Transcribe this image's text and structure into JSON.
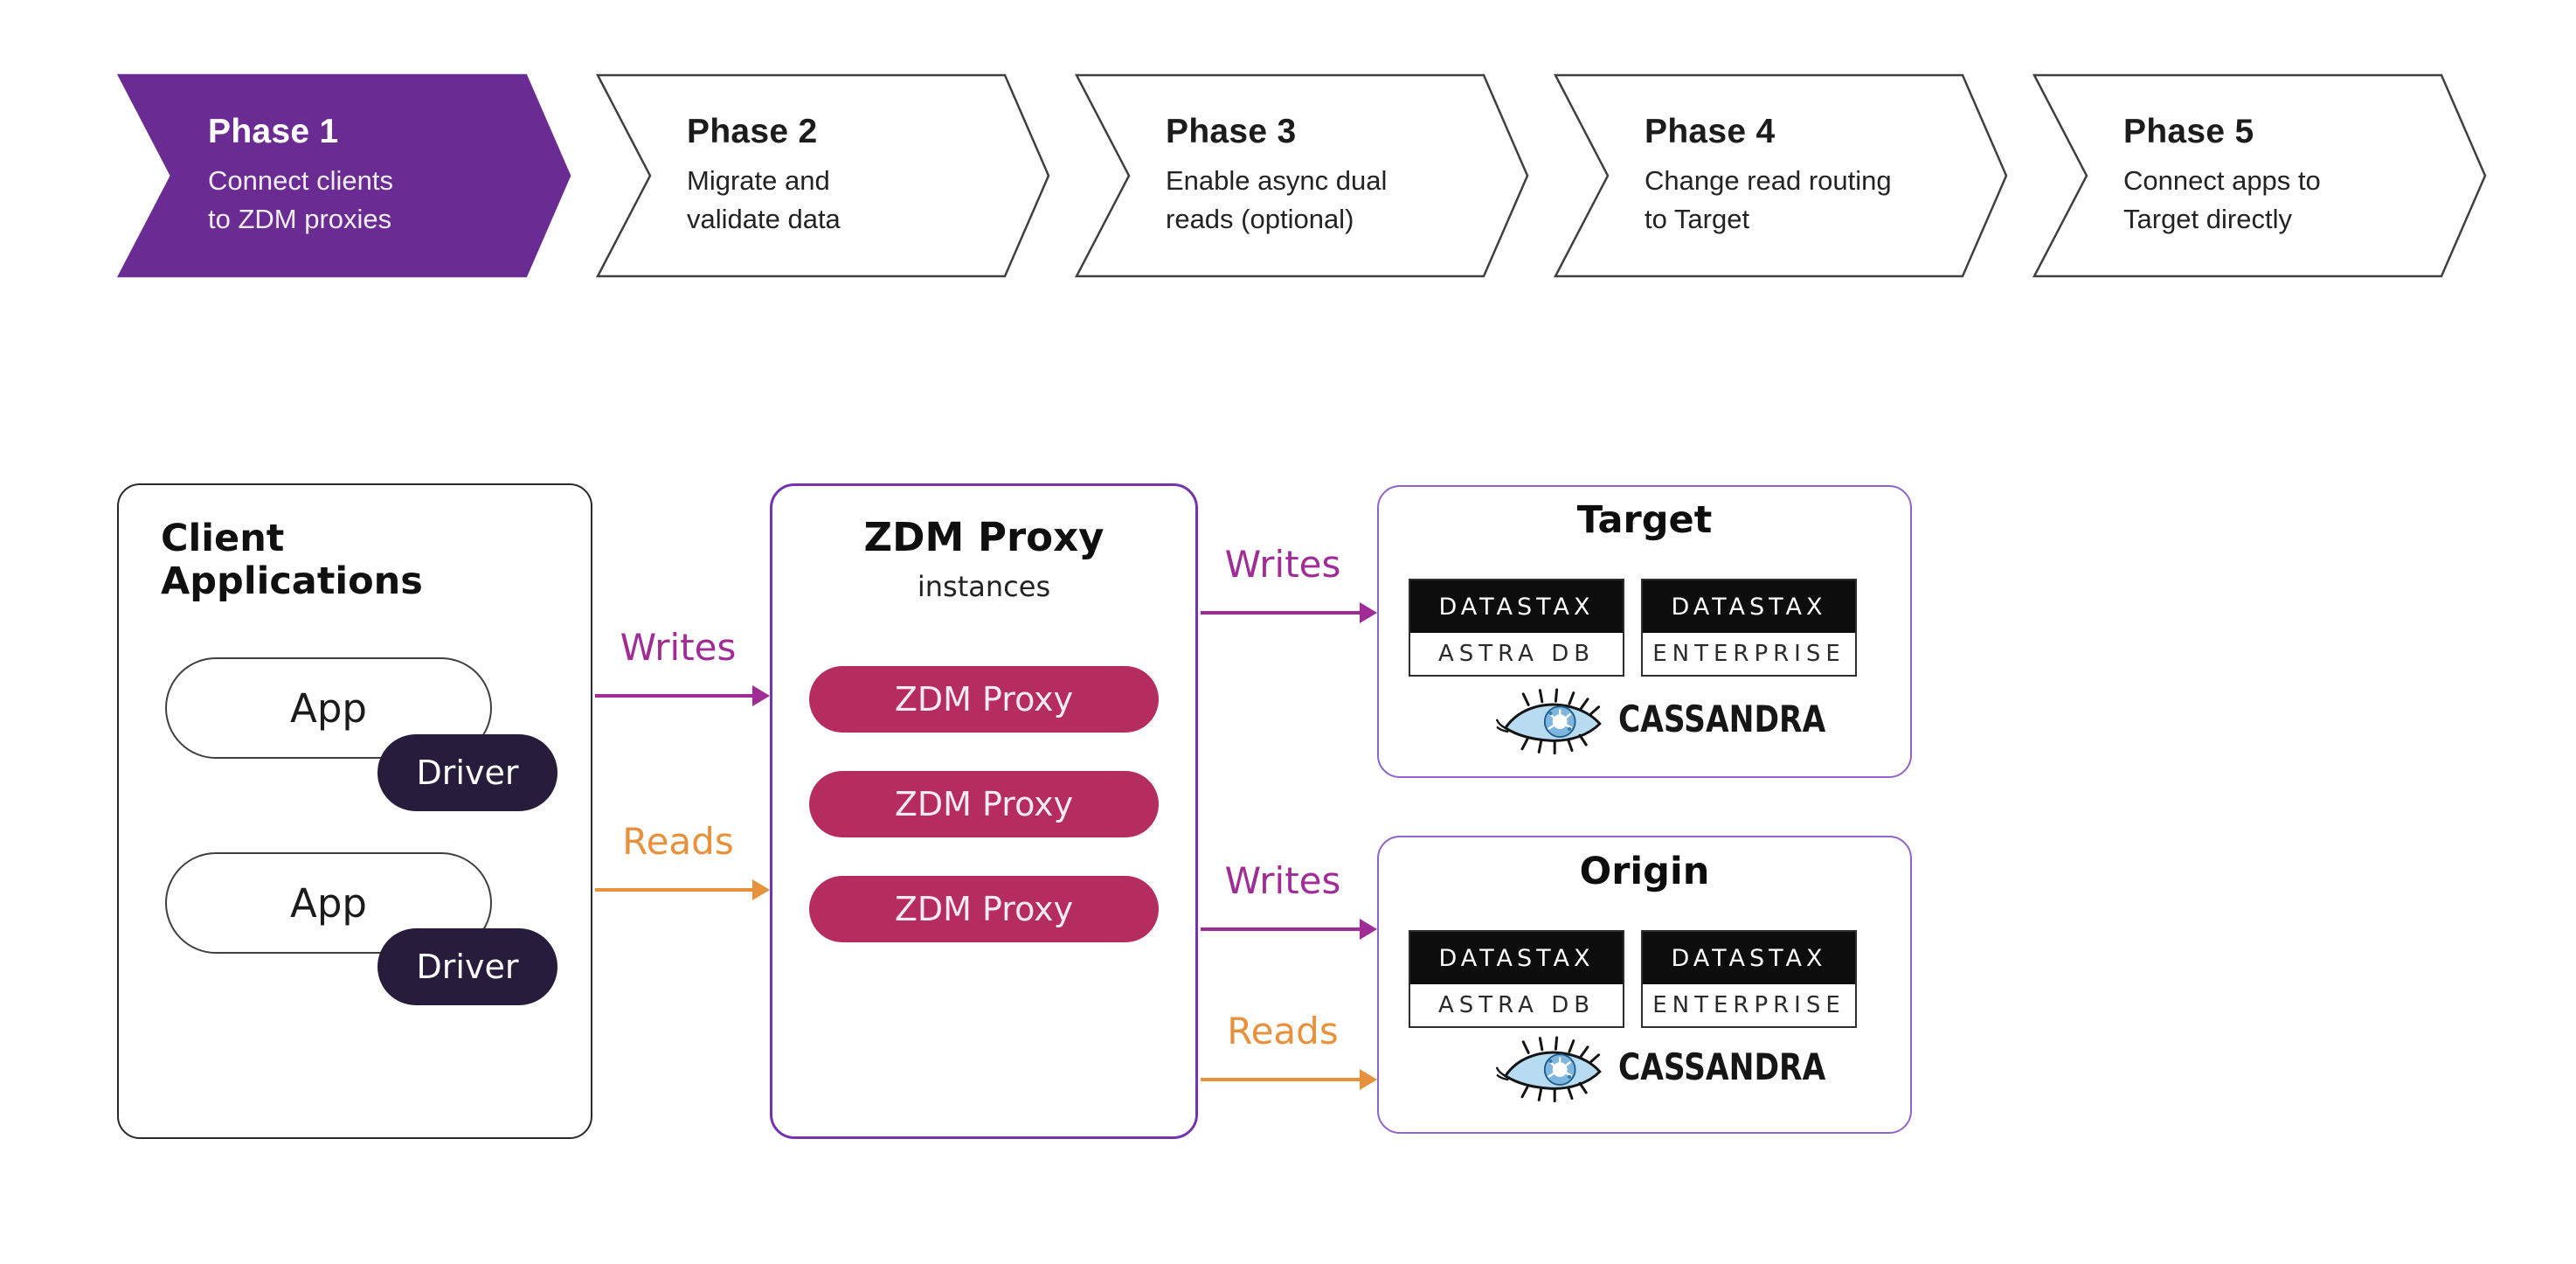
{
  "phases": [
    {
      "title": "Phase 1",
      "subtitle": "Connect clients\nto ZDM proxies",
      "active": true
    },
    {
      "title": "Phase 2",
      "subtitle": "Migrate and\nvalidate data",
      "active": false
    },
    {
      "title": "Phase 3",
      "subtitle": "Enable async dual\nreads (optional)",
      "active": false
    },
    {
      "title": "Phase 4",
      "subtitle": "Change read routing\nto Target",
      "active": false
    },
    {
      "title": "Phase 5",
      "subtitle": "Connect apps to\nTarget directly",
      "active": false
    }
  ],
  "client": {
    "title": "Client\nApplications",
    "apps": [
      {
        "label": "App",
        "driver": "Driver"
      },
      {
        "label": "App",
        "driver": "Driver"
      }
    ]
  },
  "proxy": {
    "title": "ZDM Proxy",
    "subtitle": "instances",
    "instances": [
      "ZDM Proxy",
      "ZDM Proxy",
      "ZDM Proxy"
    ]
  },
  "flows": {
    "writes": "Writes",
    "reads": "Reads"
  },
  "target": {
    "title": "Target"
  },
  "origin": {
    "title": "Origin"
  },
  "logos": {
    "datastax": "DATASTAX",
    "astra_db": "ASTRA DB",
    "enterprise": "ENTERPRISE",
    "cassandra": "CASSANDRA"
  },
  "colors": {
    "phase_active": "#6A2C93",
    "writes": "#A02C96",
    "reads": "#E8913C",
    "proxy_pill": "#B52D5F",
    "driver_pill": "#281C3C",
    "proxy_border": "#7434AD",
    "db_box_border": "#9263C9"
  }
}
